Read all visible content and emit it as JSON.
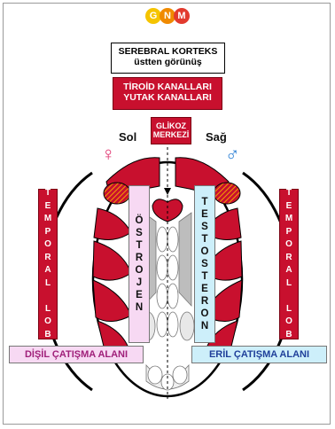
{
  "logo": {
    "letters": [
      "G",
      "N",
      "M"
    ],
    "colors": [
      "#f5c400",
      "#f08a00",
      "#e23a2e"
    ]
  },
  "header": {
    "line1": "SEREBRAL KORTEKS",
    "line2": "üstten görünüş"
  },
  "thyroid": {
    "line1": "TİROİD KANALLARI",
    "line2": "YUTAK KANALLARI"
  },
  "glucose": {
    "line1": "GLİKOZ",
    "line2": "MERKEZİ"
  },
  "sides": {
    "left": "Sol",
    "right": "Sağ",
    "female_symbol": "♀",
    "male_symbol": "♂"
  },
  "temporal": {
    "letters": [
      "T",
      "E",
      "M",
      "P",
      "O",
      "R",
      "A",
      "L",
      "",
      "L",
      "O",
      "B"
    ]
  },
  "estrogen": {
    "letters": [
      "Ö",
      "S",
      "T",
      "R",
      "O",
      "J",
      "E",
      "N"
    ]
  },
  "testosterone": {
    "letters": [
      "T",
      "E",
      "S",
      "T",
      "O",
      "S",
      "T",
      "E",
      "R",
      "O",
      "N"
    ]
  },
  "zones": {
    "female": "DİŞİL ÇATIŞMA ALANI",
    "male": "ERİL ÇATIŞMA ALANI"
  },
  "colors": {
    "red": "#c8102e",
    "female_pink": "#e0336f",
    "male_blue": "#2a7fd4",
    "pink_fill": "#f7d9f3",
    "blue_fill": "#cdeffa",
    "female_text": "#a0207a",
    "male_text": "#1f3f9a"
  }
}
